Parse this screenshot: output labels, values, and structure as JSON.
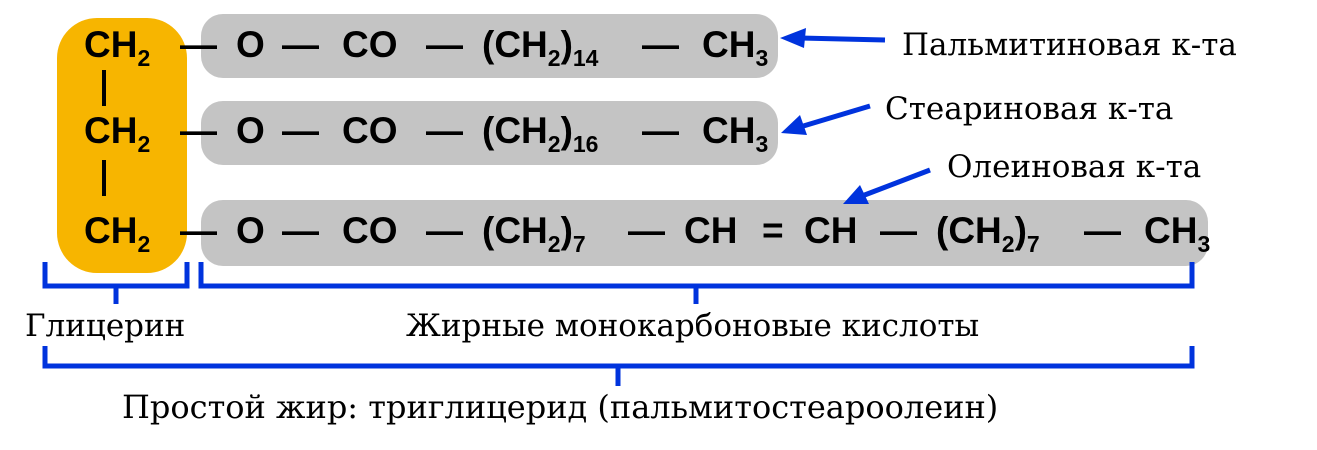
{
  "colors": {
    "glycerol_box": "#f7b500",
    "acid_box": "#c4c4c4",
    "arrows_and_brackets": "#0033dd",
    "text": "#000000"
  },
  "formula": {
    "glycerol_group": "CH",
    "glycerol_group_sub": "2",
    "bond": "—",
    "row1": {
      "o": "O",
      "co": "CO",
      "chain": "(CH",
      "chain_sub_inner": "2",
      "chain_close": ")",
      "chain_sub": "14",
      "end": "CH",
      "end_sub": "3"
    },
    "row2": {
      "o": "O",
      "co": "CO",
      "chain": "(CH",
      "chain_sub_inner": "2",
      "chain_close": ")",
      "chain_sub": "16",
      "end": "CH",
      "end_sub": "3"
    },
    "row3": {
      "o": "O",
      "co": "CO",
      "chain1": "(CH",
      "chain1_sub_inner": "2",
      "chain1_close": ")",
      "chain1_sub": "7",
      "ch_a": "CH",
      "double_bond": "=",
      "ch_b": "CH",
      "chain2": "(CH",
      "chain2_sub_inner": "2",
      "chain2_close": ")",
      "chain2_sub": "7",
      "end": "CH",
      "end_sub": "3"
    }
  },
  "labels": {
    "palmitic": "Пальмитиновая к-та",
    "stearic": "Стеариновая к-та",
    "oleic": "Олеиновая к-та",
    "glycerol": "Глицерин",
    "fatty_acids": "Жирные монокарбоновые кислоты",
    "simple_fat": "Простой жир: триглицерид (пальмитостеароолеин)"
  }
}
